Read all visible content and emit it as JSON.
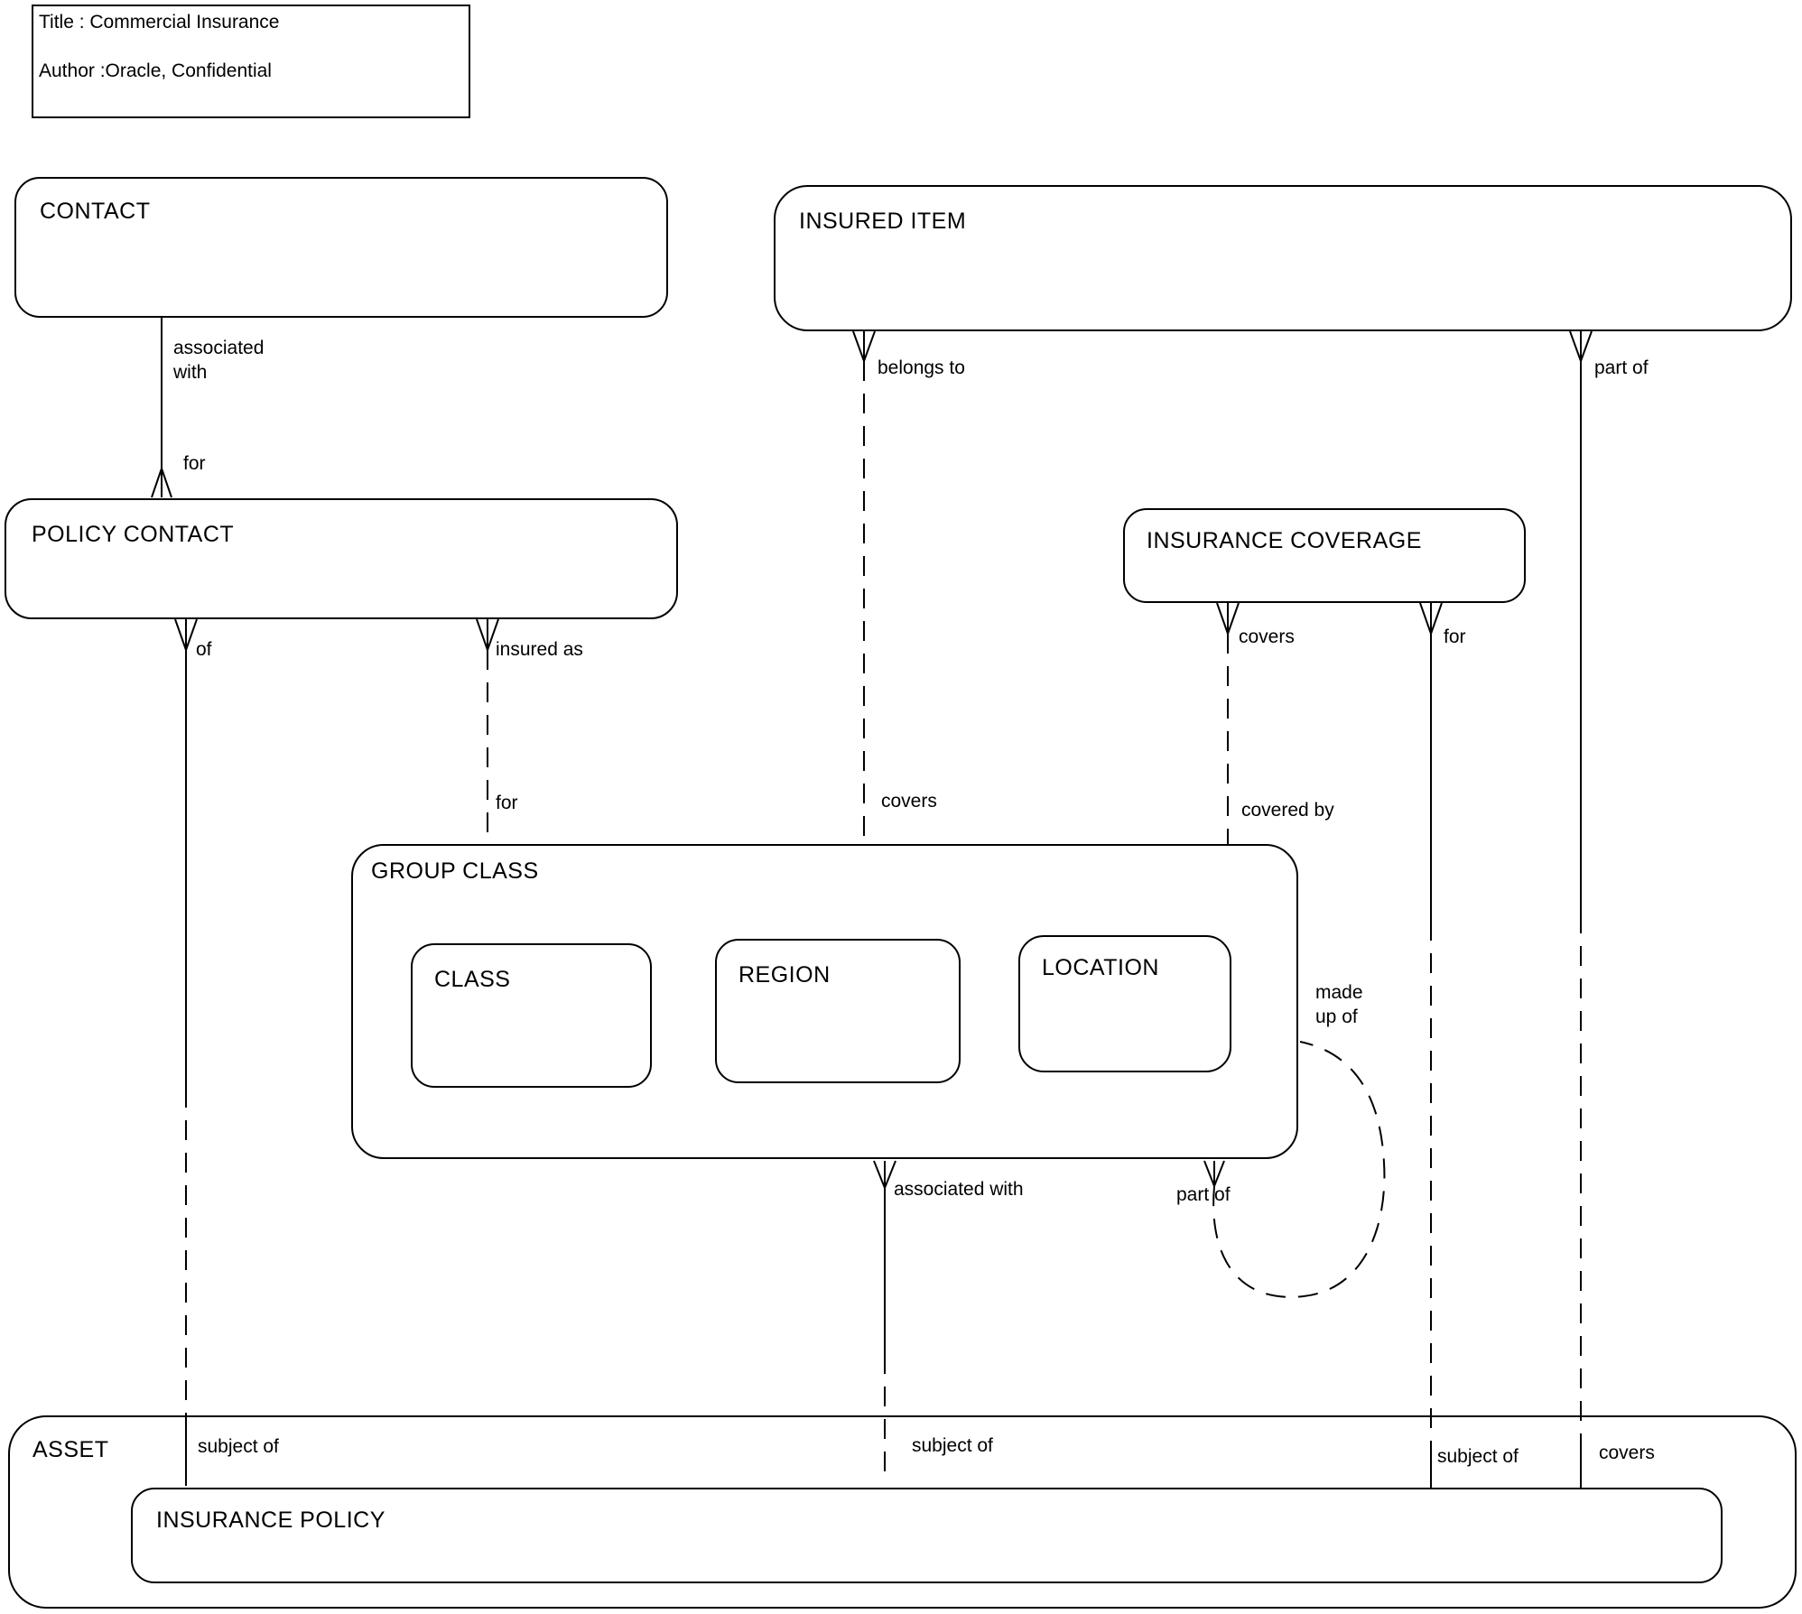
{
  "title_block": {
    "line1": "Title : Commercial Insurance",
    "line2": "Author :Oracle, Confidential"
  },
  "entities": {
    "contact": "CONTACT",
    "insured_item": "INSURED ITEM",
    "policy_contact": "POLICY CONTACT",
    "insurance_coverage": "INSURANCE COVERAGE",
    "group_class": "GROUP CLASS",
    "class": "CLASS",
    "region": "REGION",
    "location": "LOCATION",
    "asset": "ASSET",
    "insurance_policy": "INSURANCE POLICY"
  },
  "labels": {
    "contact_associated_with": "associated\nwith",
    "contact_for": "for",
    "policy_contact_of": "of",
    "policy_contact_insured_as": "insured as",
    "group_class_for": "for",
    "insured_item_belongs_to": "belongs to",
    "group_class_covers": "covers",
    "insured_item_part_of": "part of",
    "coverage_covers": "covers",
    "group_class_covered_by": "covered by",
    "coverage_for": "for",
    "made_up_of": "made\nup of",
    "group_class_part_of": "part of",
    "group_class_associated_with": "associated with",
    "subject_of_left": "subject of",
    "subject_of_middle": "subject of",
    "subject_of_right": "subject of",
    "policy_covers": "covers"
  },
  "colors": {
    "ink": "#000000",
    "background": "#ffffff"
  }
}
